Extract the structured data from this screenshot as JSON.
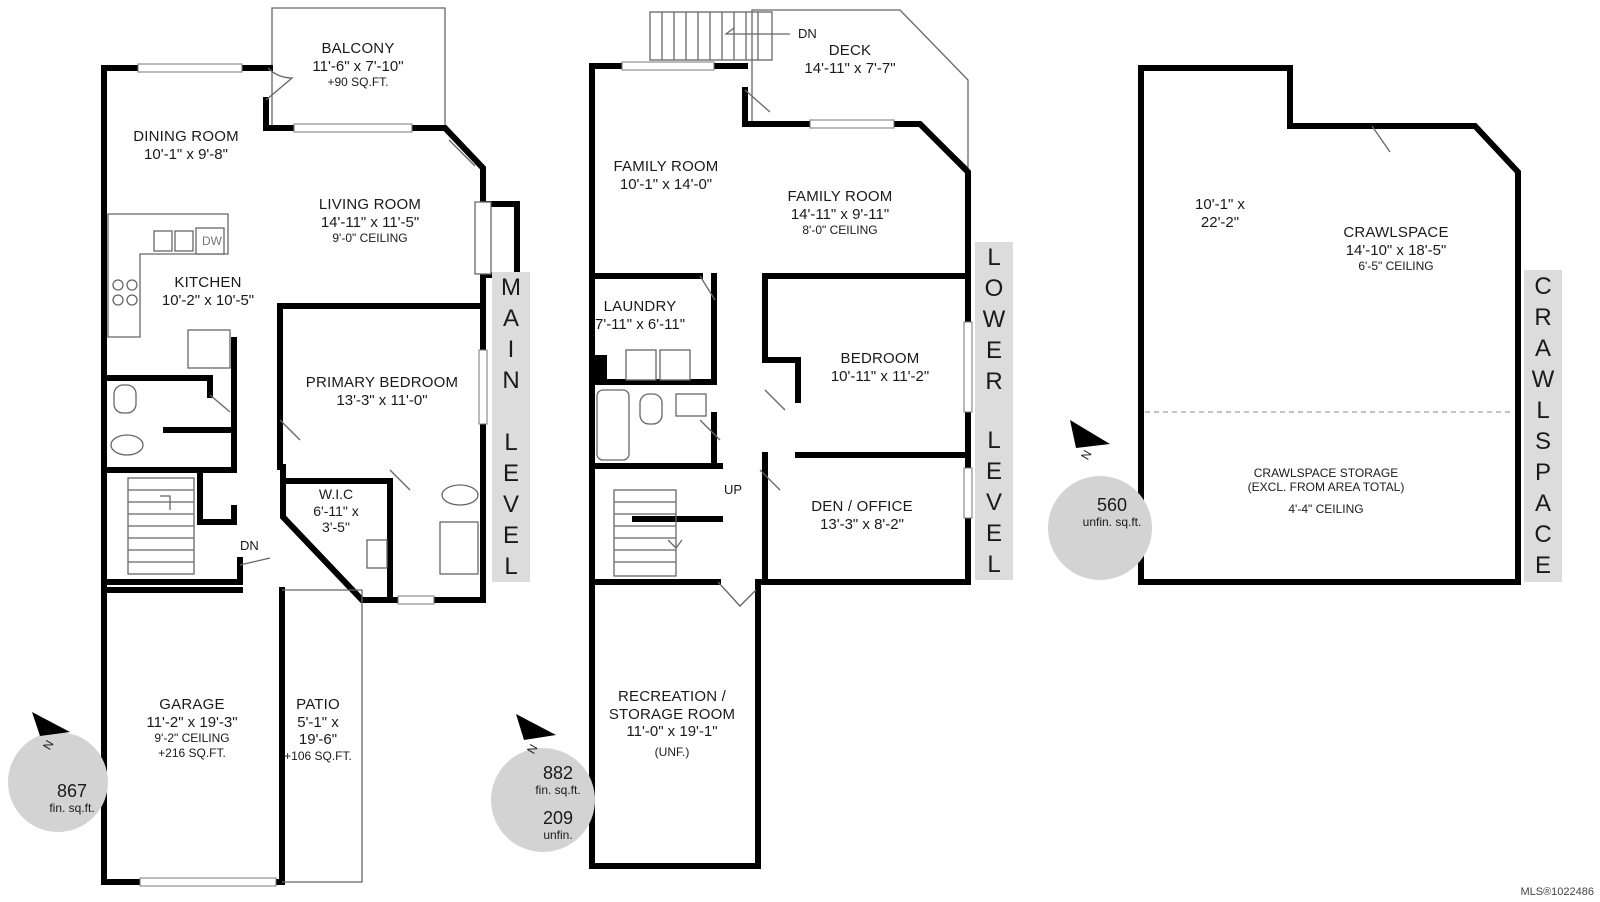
{
  "main": {
    "rooms": [
      {
        "name": "BALCONY",
        "dims": "11'-6\" x 7'-10\"",
        "note": "+90 SQ.FT."
      },
      {
        "name": "DINING ROOM",
        "dims": "10'-1\" x 9'-8\"",
        "note": ""
      },
      {
        "name": "LIVING ROOM",
        "dims": "14'-11\" x 11'-5\"",
        "note": "9'-0\" CEILING"
      },
      {
        "name": "KITCHEN",
        "dims": "10'-2\" x 10'-5\"",
        "note": ""
      },
      {
        "name": "PRIMARY BEDROOM",
        "dims": "13'-3\" x 11'-0\"",
        "note": ""
      },
      {
        "name": "W.I.C",
        "dims": "6'-11\" x",
        "note": "3'-5\""
      },
      {
        "name": "GARAGE",
        "dims": "11'-2\" x 19'-3\"",
        "note": "9'-2\" CEILING",
        "note2": "+216 SQ.FT."
      },
      {
        "name": "PATIO",
        "dims": "5'-1\" x",
        "note": "19'-6\"",
        "note2": "+106 SQ.FT."
      }
    ],
    "dw": "DW",
    "dn": "DN",
    "banner": [
      "M",
      "A",
      "I",
      "N",
      "",
      "L",
      "E",
      "V",
      "E",
      "L"
    ],
    "area": {
      "value": "867",
      "unit": "fin. sq.ft."
    },
    "north": "N"
  },
  "lower": {
    "rooms": [
      {
        "name": "DECK",
        "dims": "14'-11\" x 7'-7\"",
        "note": ""
      },
      {
        "name": "FAMILY ROOM",
        "dims": "10'-1\" x 14'-0\"",
        "note": ""
      },
      {
        "name": "FAMILY ROOM",
        "dims": "14'-11\" x 9'-11\"",
        "note": "8'-0\" CEILING"
      },
      {
        "name": "LAUNDRY",
        "dims": "7'-11\" x 6'-11\"",
        "note": ""
      },
      {
        "name": "BEDROOM",
        "dims": "10'-11\" x 11'-2\"",
        "note": ""
      },
      {
        "name": "DEN / OFFICE",
        "dims": "13'-3\" x 8'-2\"",
        "note": ""
      },
      {
        "name": "RECREATION /",
        "dims": "STORAGE ROOM",
        "note": "11'-0\" x 19'-1\"",
        "note2": "(UNF.)"
      }
    ],
    "dn": "DN",
    "up": "UP",
    "banner": [
      "L",
      "O",
      "W",
      "E",
      "R",
      "",
      "L",
      "E",
      "V",
      "E",
      "L"
    ],
    "area": {
      "value": "882",
      "unit": "fin. sq.ft.",
      "value2": "209",
      "unit2": "unfin."
    },
    "north": "N"
  },
  "crawl": {
    "rooms": [
      {
        "name": "",
        "dims": "10'-1\" x",
        "note": "22'-2\""
      },
      {
        "name": "CRAWLSPACE",
        "dims": "14'-10\" x 18'-5\"",
        "note": "6'-5\" CEILING"
      },
      {
        "name": "CRAWLSPACE STORAGE",
        "dims": "(EXCL. FROM AREA TOTAL)",
        "note": "4'-4\" CEILING"
      }
    ],
    "banner": [
      "C",
      "R",
      "A",
      "W",
      "L",
      "S",
      "P",
      "A",
      "C",
      "E"
    ],
    "area": {
      "value": "560",
      "unit": "unfin. sq.ft."
    },
    "north": "N"
  },
  "mls": "MLS®1022486",
  "colors": {
    "wall": "#000000",
    "thin": "#777777",
    "banner": "#dcdcdc",
    "compass": "#d3d3d3"
  }
}
